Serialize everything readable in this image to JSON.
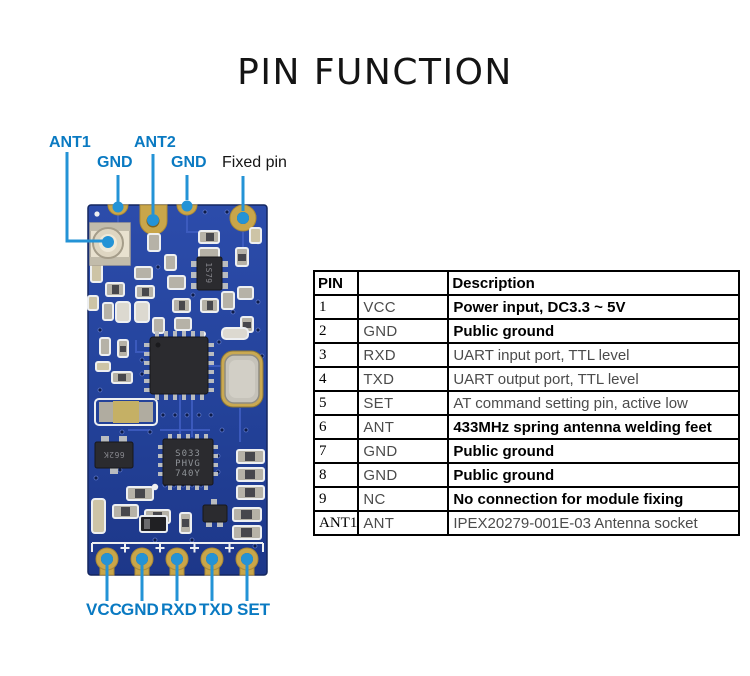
{
  "title": "PIN FUNCTION",
  "colors": {
    "label_blue": "#0a7ac2",
    "leader_blue": "#2493d6",
    "pcb_blue": "#24439b",
    "pad_gold": "#c9a64a"
  },
  "module": {
    "top_labels": [
      "ANT1",
      "GND",
      "ANT2",
      "GND",
      "Fixed pin"
    ],
    "bottom_labels": [
      "VCC",
      "GND",
      "RXD",
      "TXD",
      "SET"
    ],
    "chip_markings": {
      "mcu": [
        "S033",
        "PHVG",
        "740Y"
      ],
      "sot_left": "662K",
      "sot_rf": "1S79"
    }
  },
  "table": {
    "headers": [
      "PIN",
      "",
      "Description"
    ],
    "rows": [
      {
        "pin": "1",
        "name": "VCC",
        "desc": "Power input, DC3.3 ~ 5V"
      },
      {
        "pin": "2",
        "name": "GND",
        "desc": "Public ground"
      },
      {
        "pin": "3",
        "name": "RXD",
        "desc": "UART input port, TTL level"
      },
      {
        "pin": "4",
        "name": "TXD",
        "desc": "UART output port, TTL level"
      },
      {
        "pin": "5",
        "name": "SET",
        "desc": "AT command setting pin, active low"
      },
      {
        "pin": "6",
        "name": "ANT",
        "desc": "433MHz spring antenna welding feet"
      },
      {
        "pin": "7",
        "name": "GND",
        "desc": "Public ground"
      },
      {
        "pin": "8",
        "name": "GND",
        "desc": "Public ground"
      },
      {
        "pin": "9",
        "name": "NC",
        "desc": "No connection for module fixing"
      },
      {
        "pin": "ANT1",
        "name": "ANT",
        "desc": "IPEX20279-001E-03 Antenna socket"
      }
    ]
  }
}
